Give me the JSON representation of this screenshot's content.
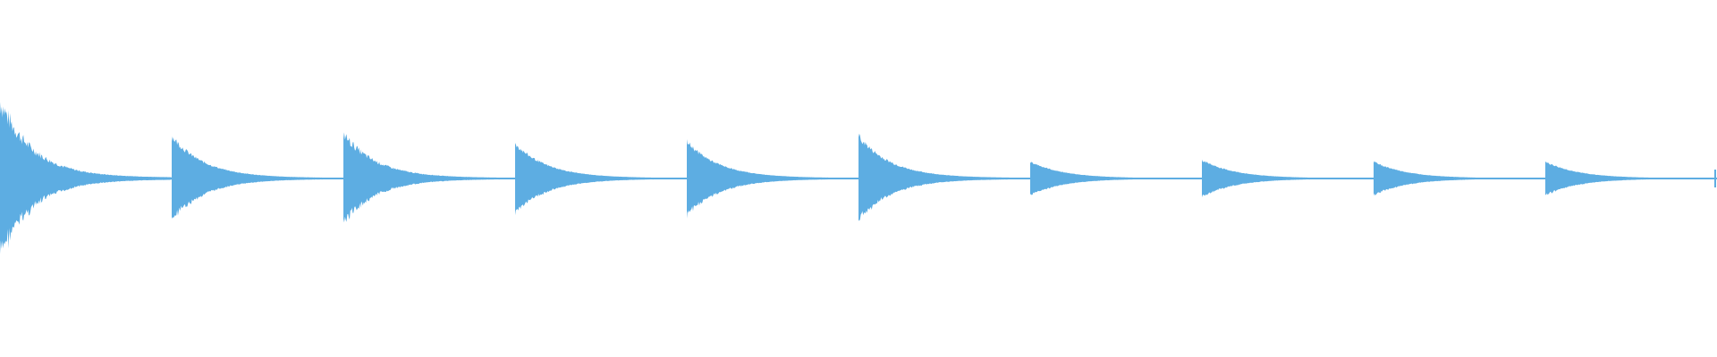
{
  "waveform": {
    "color": "#5dade2",
    "background": "#ffffff",
    "hits": [
      {
        "amplitude": 1.0,
        "decay": 0.9,
        "noise": 0.35
      },
      {
        "amplitude": 0.55,
        "decay": 0.85,
        "noise": 0.18
      },
      {
        "amplitude": 0.58,
        "decay": 0.88,
        "noise": 0.25
      },
      {
        "amplitude": 0.45,
        "decay": 0.85,
        "noise": 0.15
      },
      {
        "amplitude": 0.48,
        "decay": 0.85,
        "noise": 0.15
      },
      {
        "amplitude": 0.55,
        "decay": 0.85,
        "noise": 0.18
      },
      {
        "amplitude": 0.22,
        "decay": 0.8,
        "noise": 0.12
      },
      {
        "amplitude": 0.24,
        "decay": 0.8,
        "noise": 0.12
      },
      {
        "amplitude": 0.22,
        "decay": 0.8,
        "noise": 0.12
      },
      {
        "amplitude": 0.22,
        "decay": 0.8,
        "noise": 0.12
      }
    ],
    "tail_spike": true
  }
}
